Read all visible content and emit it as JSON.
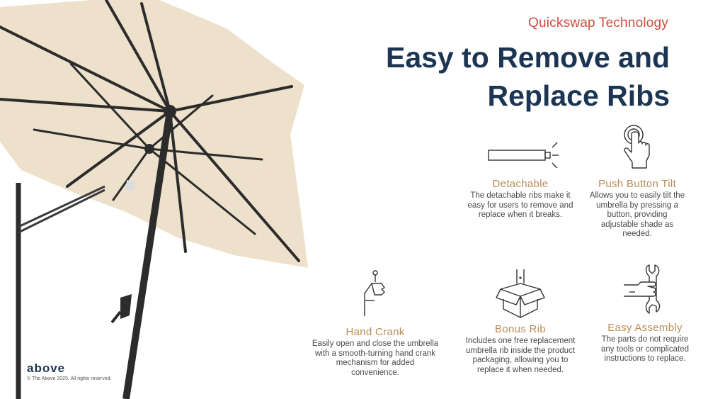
{
  "header": {
    "eyebrow": "Quickswap Technology",
    "headline_line1": "Easy to Remove and",
    "headline_line2": "Replace Ribs"
  },
  "features": {
    "detachable": {
      "icon": "detachable-rib-icon",
      "title": "Detachable",
      "description": "The detachable ribs make it easy for users to remove and replace when it breaks."
    },
    "push_button_tilt": {
      "icon": "push-button-icon",
      "title": "Push Button Tilt",
      "description": "Allows you to easily tilt the umbrella by pressing a button, providing adjustable shade as needed."
    },
    "hand_crank": {
      "icon": "hand-crank-icon",
      "title": "Hand Crank",
      "description": "Easily open and close the umbrella with a smooth-turning hand crank mechanism for added convenience."
    },
    "bonus_rib": {
      "icon": "box-icon",
      "title": "Bonus Rib",
      "description": "Includes one free replacement umbrella rib inside the product packaging, allowing you to replace it when needed."
    },
    "easy_assembly": {
      "icon": "wrench-hand-icon",
      "title": "Easy Assembly",
      "description": "The parts do not require any tools or complicated instructions to replace."
    }
  },
  "brand": {
    "logo": "above",
    "copyright": "© The Above 2025. All rights reserved."
  },
  "colors": {
    "accent": "#d14b3e",
    "headline": "#1c3553",
    "feature_title": "#b98c57",
    "canopy": "#ede1cb",
    "frame": "#2e2e2e"
  }
}
